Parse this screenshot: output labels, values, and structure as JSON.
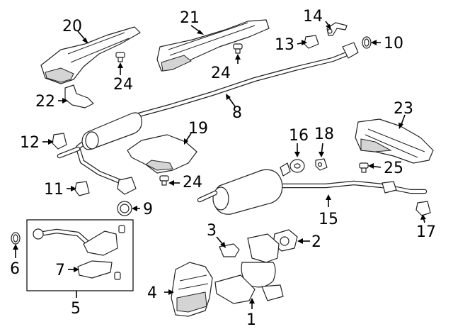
{
  "callouts": {
    "c1": "1",
    "c2": "2",
    "c3": "3",
    "c4": "4",
    "c5": "5",
    "c6": "6",
    "c7": "7",
    "c8": "8",
    "c9": "9",
    "c10": "10",
    "c11": "11",
    "c12": "12",
    "c13": "13",
    "c14": "14",
    "c15": "15",
    "c16": "16",
    "c17": "17",
    "c18": "18",
    "c19": "19",
    "c20": "20",
    "c21": "21",
    "c22": "22",
    "c23": "23",
    "c24a": "24",
    "c24b": "24",
    "c24c": "24",
    "c25": "25"
  }
}
